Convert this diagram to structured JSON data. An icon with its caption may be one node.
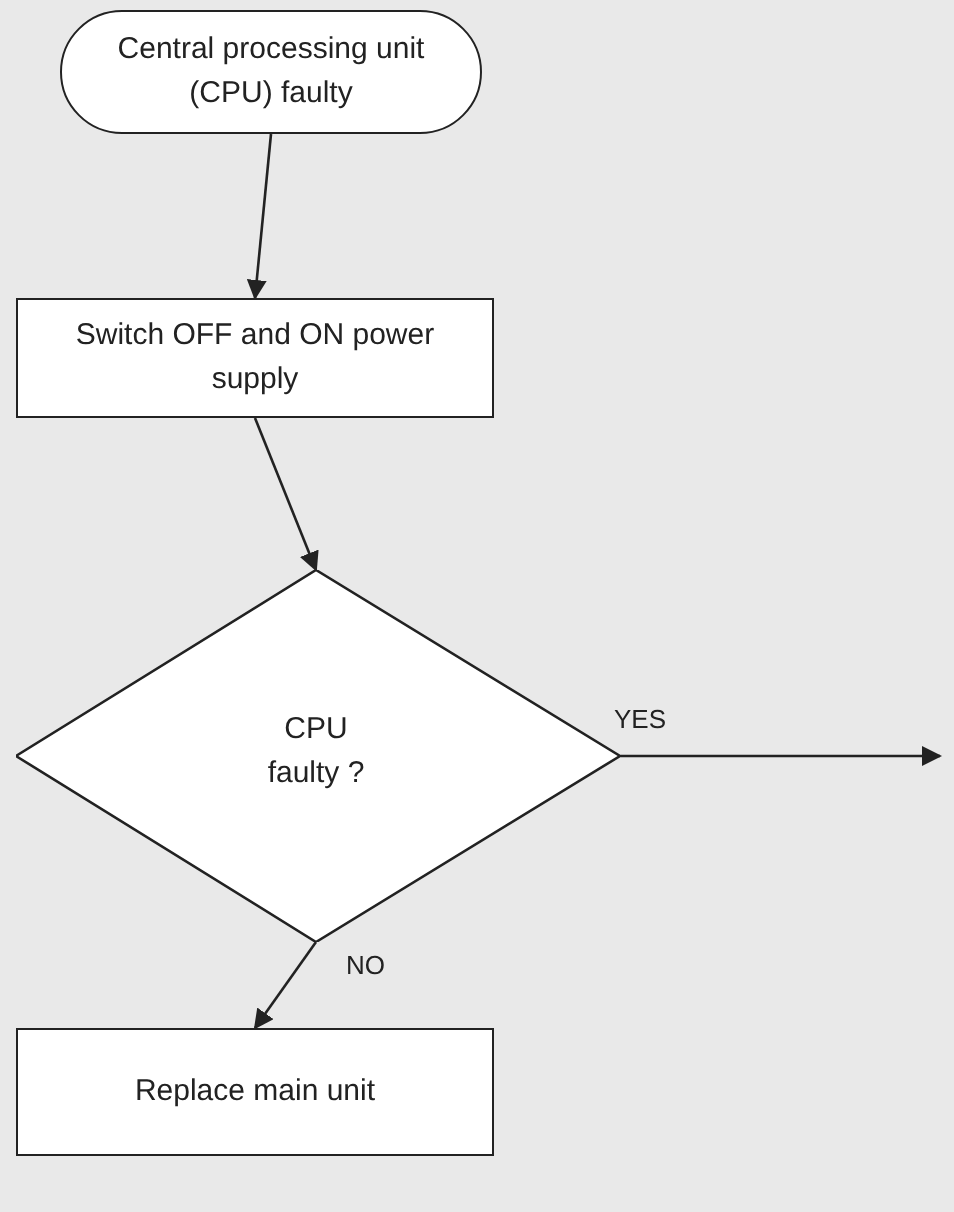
{
  "diagram": {
    "nodes": [
      {
        "text": [
          "Central processing unit (CPU) faulty"
        ]
      },
      {
        "text": [
          "Switch OFF and ON power supply"
        ]
      },
      {
        "text": [
          "CPU faulty ?"
        ]
      },
      {
        "text": [
          "Replace main unit"
        ]
      }
    ],
    "edges": [
      {
        "from": 0,
        "to": 1,
        "arrow": "to"
      },
      {
        "from": 1,
        "to": 2,
        "arrow": "to"
      },
      {
        "from": 2,
        "to": 3,
        "arrow": "to",
        "label": "NO"
      },
      {
        "from": 2,
        "to": null,
        "arrow": "to",
        "label": "YES"
      }
    ]
  }
}
